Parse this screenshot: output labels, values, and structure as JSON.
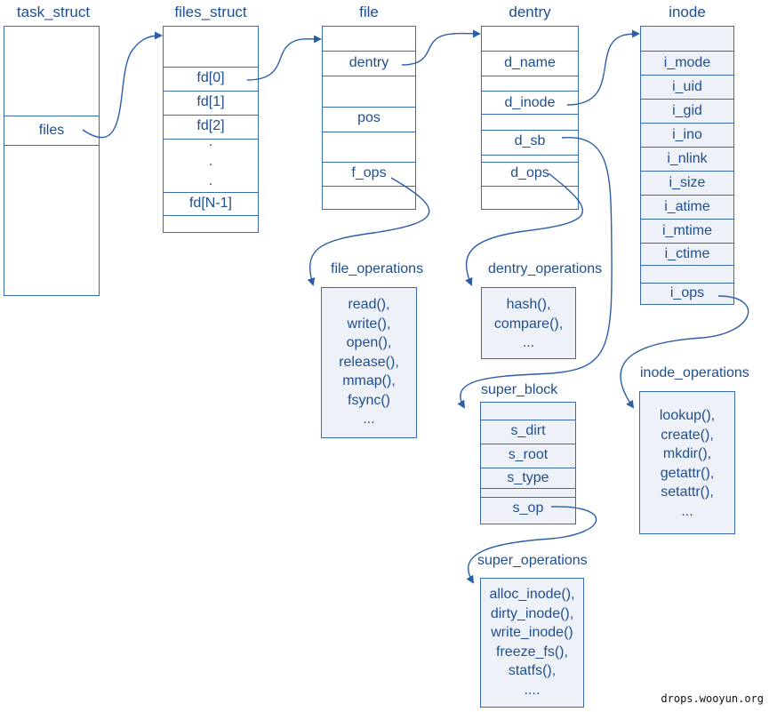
{
  "structs": {
    "task_struct": {
      "title": "task_struct",
      "files": "files"
    },
    "files_struct": {
      "title": "files_struct",
      "fd0": "fd[0]",
      "fd1": "fd[1]",
      "fd2": "fd[2]",
      "dot": ".",
      "fdn": "fd[N-1]"
    },
    "file": {
      "title": "file",
      "dentry": "dentry",
      "pos": "pos",
      "f_ops": "f_ops"
    },
    "dentry": {
      "title": "dentry",
      "d_name": "d_name",
      "d_inode": "d_inode",
      "d_sb": "d_sb",
      "d_ops": "d_ops"
    },
    "inode": {
      "title": "inode",
      "fields": [
        "i_mode",
        "i_uid",
        "i_gid",
        "i_ino",
        "i_nlink",
        "i_size",
        "i_atime",
        "i_mtime",
        "i_ctime"
      ],
      "i_ops": "i_ops"
    },
    "super_block": {
      "title": "super_block",
      "fields": [
        "s_dirt",
        "s_root",
        "s_type"
      ],
      "s_op": "s_op"
    }
  },
  "operations": {
    "file_operations": {
      "title": "file_operations",
      "items": [
        "read(),",
        "write(),",
        "open(),",
        "release(),",
        "mmap(),",
        "fsync()",
        "..."
      ]
    },
    "dentry_operations": {
      "title": "dentry_operations",
      "items": [
        "hash(),",
        "compare(),",
        "..."
      ]
    },
    "inode_operations": {
      "title": "inode_operations",
      "items": [
        "lookup(),",
        "create(),",
        "mkdir(),",
        "getattr(),",
        "setattr(),",
        "..."
      ]
    },
    "super_operations": {
      "title": "super_operations",
      "items": [
        "alloc_inode(),",
        "dirty_inode(),",
        "write_inode()",
        "freeze_fs(),",
        "statfs(),",
        "...."
      ]
    }
  },
  "watermark": "drops.wooyun.org",
  "colors": {
    "line": "#2a5ea8",
    "text": "#1f4e8f",
    "fill": "#eef2f8"
  }
}
